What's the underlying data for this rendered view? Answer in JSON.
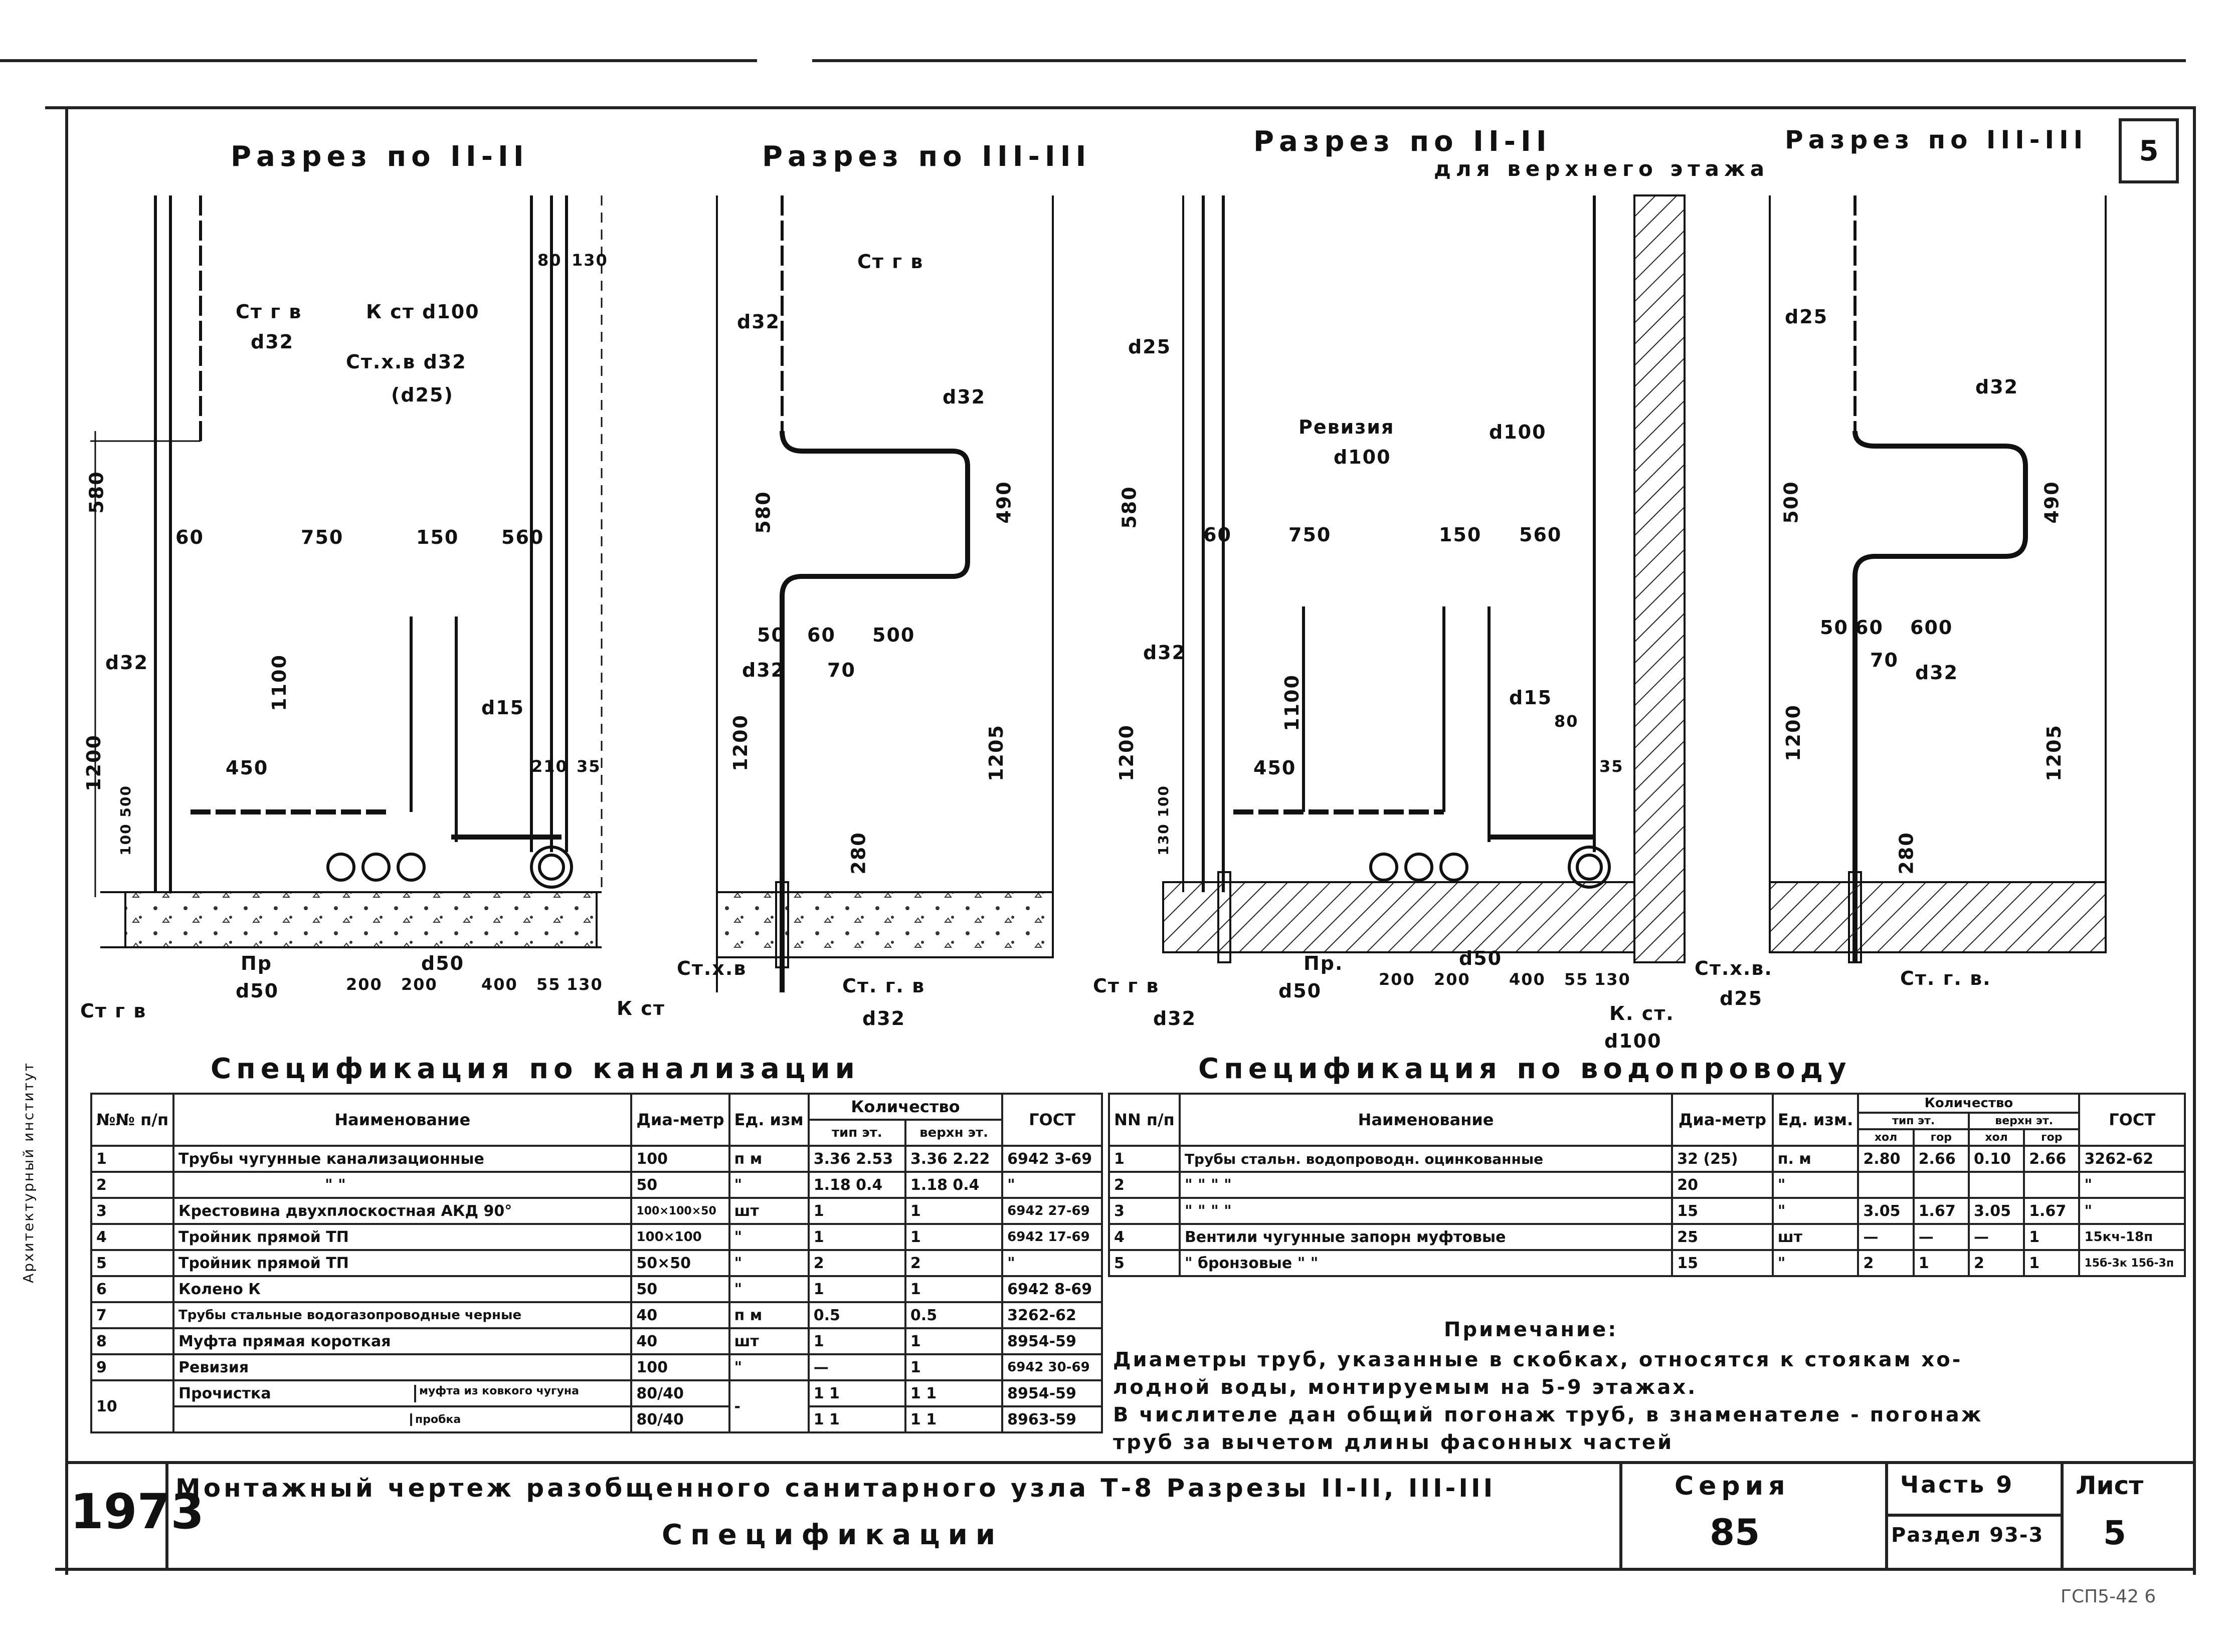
{
  "sheet_corner_number": "5",
  "stamp_code_bottom": "ГСП5-42 6",
  "sections": {
    "s1": {
      "title": "Разрез по II-II"
    },
    "s2": {
      "title": "Разрез по III-III"
    },
    "s3": {
      "title": "Разрез по II-II",
      "subtitle": "для верхнего этажа"
    },
    "s4": {
      "title": "Разрез по III-III"
    }
  },
  "labels": {
    "a1": "Ст г в",
    "a2": "d32",
    "a3": "К ст d100",
    "a4": "Ст.х.в d32",
    "a5": "(d25)",
    "a6": "580",
    "a7": "60",
    "a8": "750",
    "a9": "150",
    "a10": "560",
    "a11": "80",
    "a12": "130",
    "a13": "d32",
    "a14": "1100",
    "a15": "1200",
    "a16": "450",
    "a17": "d15",
    "a18": "210",
    "a19": "35",
    "a20": "Пр",
    "a21": "d50",
    "a22": "d50",
    "a23": "200",
    "a24": "200",
    "a25": "400",
    "a26": "55",
    "a27": "130",
    "a28": "Ст.х.в",
    "a29": "К ст",
    "a30": "Ст г в",
    "a31": "100 500",
    "b1": "Ст г в",
    "b2": "d32",
    "b3": "d32",
    "b4": "580",
    "b5": "490",
    "b6": "50",
    "b7": "60",
    "b8": "500",
    "b9": "d32",
    "b10": "70",
    "b11": "1200",
    "b12": "1205",
    "b13": "280",
    "b14": "Ст. г. в",
    "b15": "d32",
    "c1": "d25",
    "c2": "Ревизия",
    "c3": "d100",
    "c4": "d100",
    "c5": "580",
    "c6": "60",
    "c7": "750",
    "c8": "150",
    "c9": "560",
    "c10": "d32",
    "c11": "1100",
    "c12": "1200",
    "c13": "450",
    "c14": "d15",
    "c15": "80",
    "c16": "35",
    "c17": "Пр.",
    "c18": "d50",
    "c19": "d50",
    "c20": "200",
    "c21": "200",
    "c22": "400",
    "c23": "55",
    "c24": "130",
    "c25": "Ст.х.в.",
    "c26": "d25",
    "c27": "К. ст.",
    "c28": "d100",
    "c29": "Ст г в",
    "c30": "d32",
    "c31": "130 100",
    "d1": "d25",
    "d2": "d32",
    "d3": "500",
    "d4": "490",
    "d5": "50",
    "d6": "60",
    "d7": "600",
    "d8": "70",
    "d9": "d32",
    "d10": "1200",
    "d11": "1205",
    "d12": "280",
    "d13": "Ст. г. в."
  },
  "spec_sewer": {
    "title": "Спецификация по канализации",
    "headers": {
      "num": "№№ п/п",
      "name": "Наименование",
      "dia": "Диа-метр",
      "unit": "Ед. изм",
      "qty": "Количество",
      "typ": "тип эт.",
      "top": "верхн эт.",
      "gost": "ГОСТ"
    },
    "rows": [
      {
        "n": "1",
        "name": "Трубы чугунные канализационные",
        "d": "100",
        "u": "п м",
        "typ": "3.36 2.53",
        "top": "3.36 2.22",
        "g": "6942 3-69"
      },
      {
        "n": "2",
        "name": "\"                \"",
        "d": "50",
        "u": "\"",
        "typ": "1.18 0.4",
        "top": "1.18 0.4",
        "g": "\""
      },
      {
        "n": "3",
        "name": "Крестовина двухплоскостная АКД 90°",
        "d": "100×100×50",
        "u": "шт",
        "typ": "1",
        "top": "1",
        "g": "6942 27-69"
      },
      {
        "n": "4",
        "name": "Тройник прямой ТП",
        "d": "100×100",
        "u": "\"",
        "typ": "1",
        "top": "1",
        "g": "6942 17-69"
      },
      {
        "n": "5",
        "name": "Тройник прямой ТП",
        "d": "50×50",
        "u": "\"",
        "typ": "2",
        "top": "2",
        "g": "\""
      },
      {
        "n": "6",
        "name": "Колено К",
        "d": "50",
        "u": "\"",
        "typ": "1",
        "top": "1",
        "g": "6942 8-69"
      },
      {
        "n": "7",
        "name": "Трубы стальные водогазопроводные черные",
        "d": "40",
        "u": "п м",
        "typ": "0.5",
        "top": "0.5",
        "g": "3262-62"
      },
      {
        "n": "8",
        "name": "Муфта прямая короткая",
        "d": "40",
        "u": "шт",
        "typ": "1",
        "top": "1",
        "g": "8954-59"
      },
      {
        "n": "9",
        "name": "Ревизия",
        "d": "100",
        "u": "\"",
        "typ": "—",
        "top": "1",
        "g": "6942 30-69"
      },
      {
        "n": "10",
        "name": "Прочистка",
        "sub1": "муфта из ковкого чугуна",
        "sub2": "пробка",
        "d1": "80/40",
        "d2": "80/40",
        "u": "-",
        "typ1": "1 1",
        "top1": "1 1",
        "g1": "8954-59",
        "typ2": "1 1",
        "top2": "1 1",
        "g2": "8963-59"
      }
    ]
  },
  "spec_water": {
    "title": "Спецификация по водопроводу",
    "headers": {
      "num": "NN п/п",
      "name": "Наименование",
      "dia": "Диа-метр",
      "unit": "Ед. изм.",
      "qty": "Количество",
      "typ": "тип эт.",
      "top": "верхн эт.",
      "cold": "хол",
      "hot": "гор",
      "cold2": "хол",
      "hot2": "гор",
      "gost": "ГОСТ"
    },
    "rows": [
      {
        "n": "1",
        "name": "Трубы стальн. водопроводн. оцинкованные",
        "d": "32 (25)",
        "u": "п. м",
        "c1": "2.80",
        "h1": "2.66",
        "c2": "0.10",
        "h2": "2.66",
        "g": "3262-62"
      },
      {
        "n": "2",
        "name": "\"     \"     \"     \"",
        "d": "20",
        "u": "\"",
        "c1": "",
        "h1": "",
        "c2": "",
        "h2": "",
        "g": "\""
      },
      {
        "n": "3",
        "name": "\"     \"     \"     \"",
        "d": "15",
        "u": "\"",
        "c1": "3.05",
        "h1": "1.67",
        "c2": "3.05",
        "h2": "1.67",
        "g": "\""
      },
      {
        "n": "4",
        "name": "Вентили чугунные запорн муфтовые",
        "d": "25",
        "u": "шт",
        "c1": "—",
        "h1": "—",
        "c2": "—",
        "h2": "1",
        "g": "15кч-18п"
      },
      {
        "n": "5",
        "name": "\"   бронзовые   \"   \"",
        "d": "15",
        "u": "\"",
        "c1": "2",
        "h1": "1",
        "c2": "2",
        "h2": "1",
        "g": "15б-3к 15б-3п"
      }
    ]
  },
  "notes": {
    "heading": "Примечание:",
    "line1": "Диаметры труб, указанные в скобках, относятся к стоякам хо-",
    "line2": "лодной воды, монтируемым на 5-9 этажах.",
    "line3": "В числителе дан общий погонаж труб, в знаменателе - погонаж",
    "line4": "труб за вычетом длины фасонных частей"
  },
  "titleblock": {
    "year": "1973",
    "line1": "Монтажный чертеж разобщенного санитарного узла Т-8 Разрезы II-II, III-III",
    "line2": "Спецификации",
    "series_label": "Серия",
    "series_value": "85",
    "part": "Часть 9",
    "section": "Раздел 93-3",
    "sheet_label": "Лист",
    "sheet_value": "5"
  },
  "side_text": "Архитектурный институт"
}
